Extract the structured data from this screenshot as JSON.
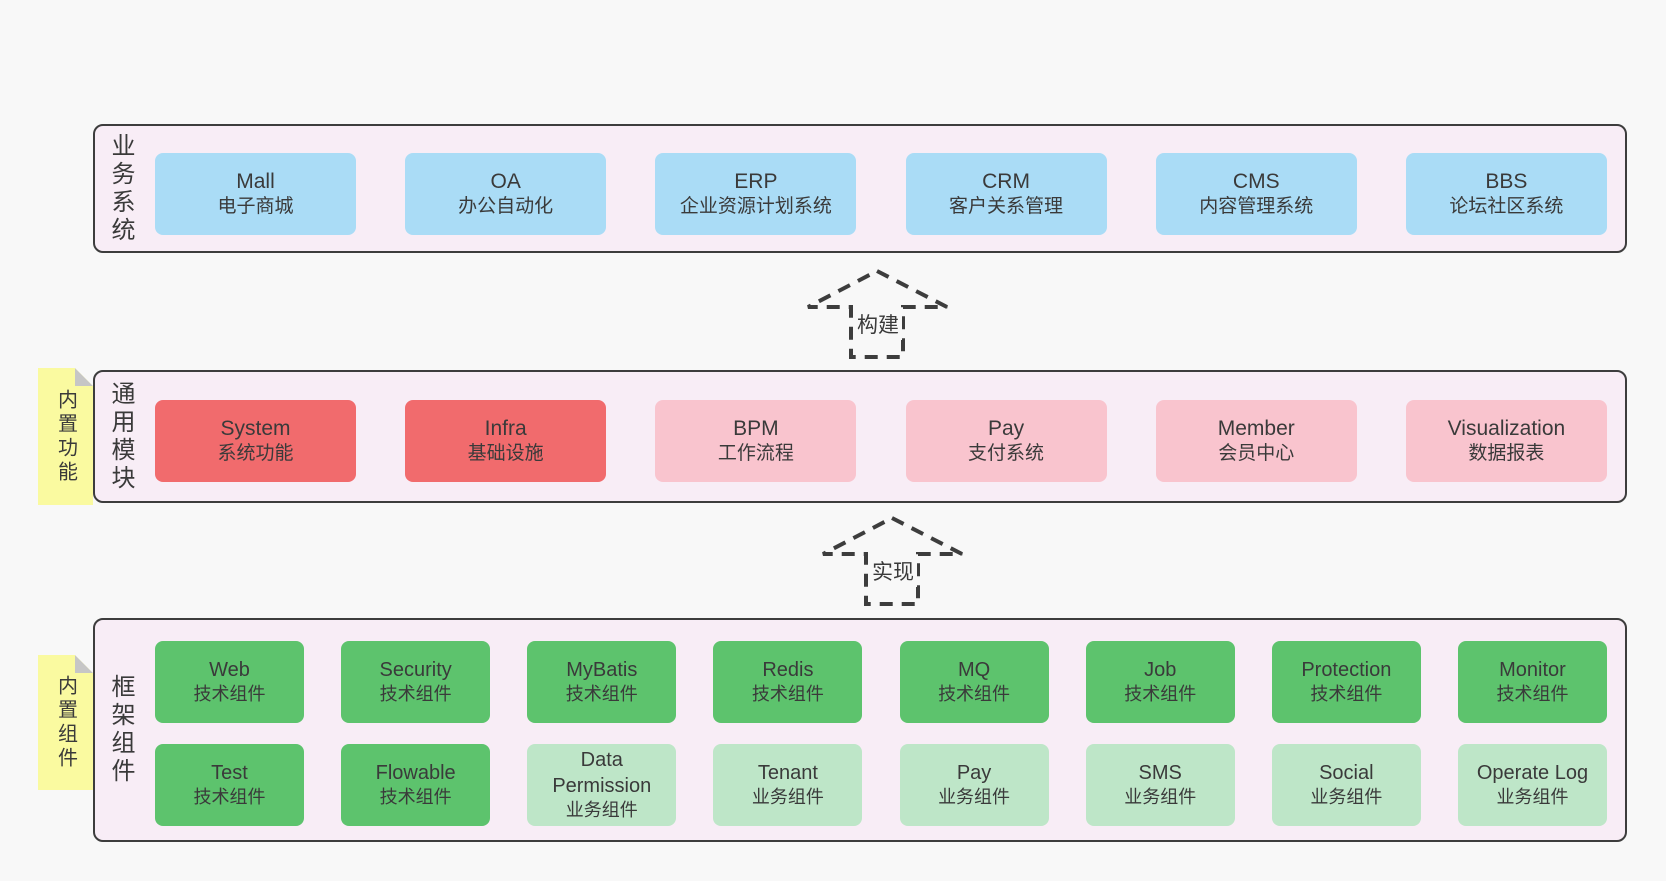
{
  "colors": {
    "page_bg": "#f8f8f8",
    "band_bg": "#f8edf6",
    "band_border": "#3d3d3d",
    "text": "#3a3a3a",
    "blue": "#aadcf6",
    "red": "#f16b6d",
    "pink": "#f9c4ce",
    "green_dark": "#5dc36d",
    "green_light": "#bee6c8",
    "note_bg": "#fafaa0",
    "note_fold": "#c6c6c6"
  },
  "bands": [
    {
      "label": "业务系统",
      "rows": [
        [
          {
            "en": "Mall",
            "zh": "电子商城",
            "variant": "blue"
          },
          {
            "en": "OA",
            "zh": "办公自动化",
            "variant": "blue"
          },
          {
            "en": "ERP",
            "zh": "企业资源计划系统",
            "variant": "blue"
          },
          {
            "en": "CRM",
            "zh": "客户关系管理",
            "variant": "blue"
          },
          {
            "en": "CMS",
            "zh": "内容管理系统",
            "variant": "blue"
          },
          {
            "en": "BBS",
            "zh": "论坛社区系统",
            "variant": "blue"
          }
        ]
      ]
    },
    {
      "label": "通用模块",
      "rows": [
        [
          {
            "en": "System",
            "zh": "系统功能",
            "variant": "red"
          },
          {
            "en": "Infra",
            "zh": "基础设施",
            "variant": "red"
          },
          {
            "en": "BPM",
            "zh": "工作流程",
            "variant": "pink"
          },
          {
            "en": "Pay",
            "zh": "支付系统",
            "variant": "pink"
          },
          {
            "en": "Member",
            "zh": "会员中心",
            "variant": "pink"
          },
          {
            "en": "Visualization",
            "zh": "数据报表",
            "variant": "pink"
          }
        ]
      ]
    },
    {
      "label": "框架组件",
      "rows": [
        [
          {
            "en": "Web",
            "zh": "技术组件",
            "variant": "green"
          },
          {
            "en": "Security",
            "zh": "技术组件",
            "variant": "green"
          },
          {
            "en": "MyBatis",
            "zh": "技术组件",
            "variant": "green"
          },
          {
            "en": "Redis",
            "zh": "技术组件",
            "variant": "green"
          },
          {
            "en": "MQ",
            "zh": "技术组件",
            "variant": "green"
          },
          {
            "en": "Job",
            "zh": "技术组件",
            "variant": "green"
          },
          {
            "en": "Protection",
            "zh": "技术组件",
            "variant": "green"
          },
          {
            "en": "Monitor",
            "zh": "技术组件",
            "variant": "green"
          }
        ],
        [
          {
            "en": "Test",
            "zh": "技术组件",
            "variant": "green"
          },
          {
            "en": "Flowable",
            "zh": "技术组件",
            "variant": "green"
          },
          {
            "en": "Data Permission",
            "zh": "业务组件",
            "variant": "green-light"
          },
          {
            "en": "Tenant",
            "zh": "业务组件",
            "variant": "green-light"
          },
          {
            "en": "Pay",
            "zh": "业务组件",
            "variant": "green-light"
          },
          {
            "en": "SMS",
            "zh": "业务组件",
            "variant": "green-light"
          },
          {
            "en": "Social",
            "zh": "业务组件",
            "variant": "green-light"
          },
          {
            "en": "Operate Log",
            "zh": "业务组件",
            "variant": "green-light"
          }
        ]
      ]
    }
  ],
  "notes": [
    {
      "text": "内置功能"
    },
    {
      "text": "内置组件"
    }
  ],
  "arrows": [
    {
      "label": "构建"
    },
    {
      "label": "实现"
    }
  ]
}
